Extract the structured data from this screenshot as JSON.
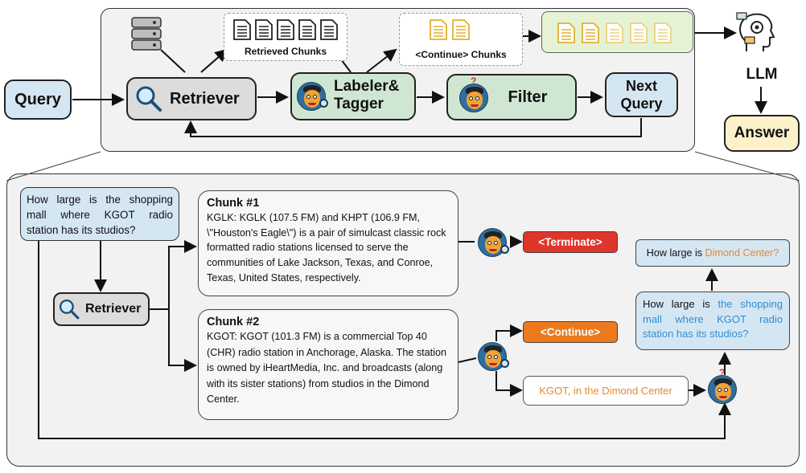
{
  "top": {
    "query": "Query",
    "retriever": "Retriever",
    "labeler": "Labeler& Tagger",
    "filter": "Filter",
    "next_query": "Next Query",
    "retrieved_chunks": "Retrieved Chunks",
    "continue_chunks": "<Continue> Chunks",
    "llm": "LLM",
    "answer": "Answer"
  },
  "bottom": {
    "question": "How large is the shopping mall where KGOT radio station has its studios?",
    "retriever": "Retriever",
    "chunk1_title": "Chunk #1",
    "chunk1_text": "KGLK: KGLK (107.5 FM) and KHPT (106.9 FM, \\\"Houston's Eagle\\\") is a pair of simulcast classic rock formatted radio stations licensed to serve the communities of Lake Jackson, Texas, and Conroe, Texas, United States, respectively.",
    "chunk2_title": "Chunk #2",
    "chunk2_text": "KGOT: KGOT (101.3 FM) is a commercial Top 40 (CHR) radio station in Anchorage, Alaska. The station is owned by iHeartMedia, Inc. and broadcasts (along with its sister stations) from studios in the Dimond Center.",
    "terminate": "<Terminate>",
    "continue": "<Continue>",
    "extracted": "KGOT, in the Dimond Center",
    "next_q1_prefix": "How large is ",
    "next_q1_highlight": "the shopping mall where KGOT radio station has its studios?",
    "next_q2_prefix": "How large is ",
    "next_q2_highlight": "Dimond Center?"
  },
  "colors": {
    "highlight_blue": "#2f8fd0",
    "highlight_orange": "#e8892b",
    "terminate": "#e0352b",
    "continue": "#ec7a1c"
  },
  "icons": [
    "database-icon",
    "document-icon",
    "magnifier-icon",
    "robot-agent-icon",
    "head-brain-icon"
  ]
}
